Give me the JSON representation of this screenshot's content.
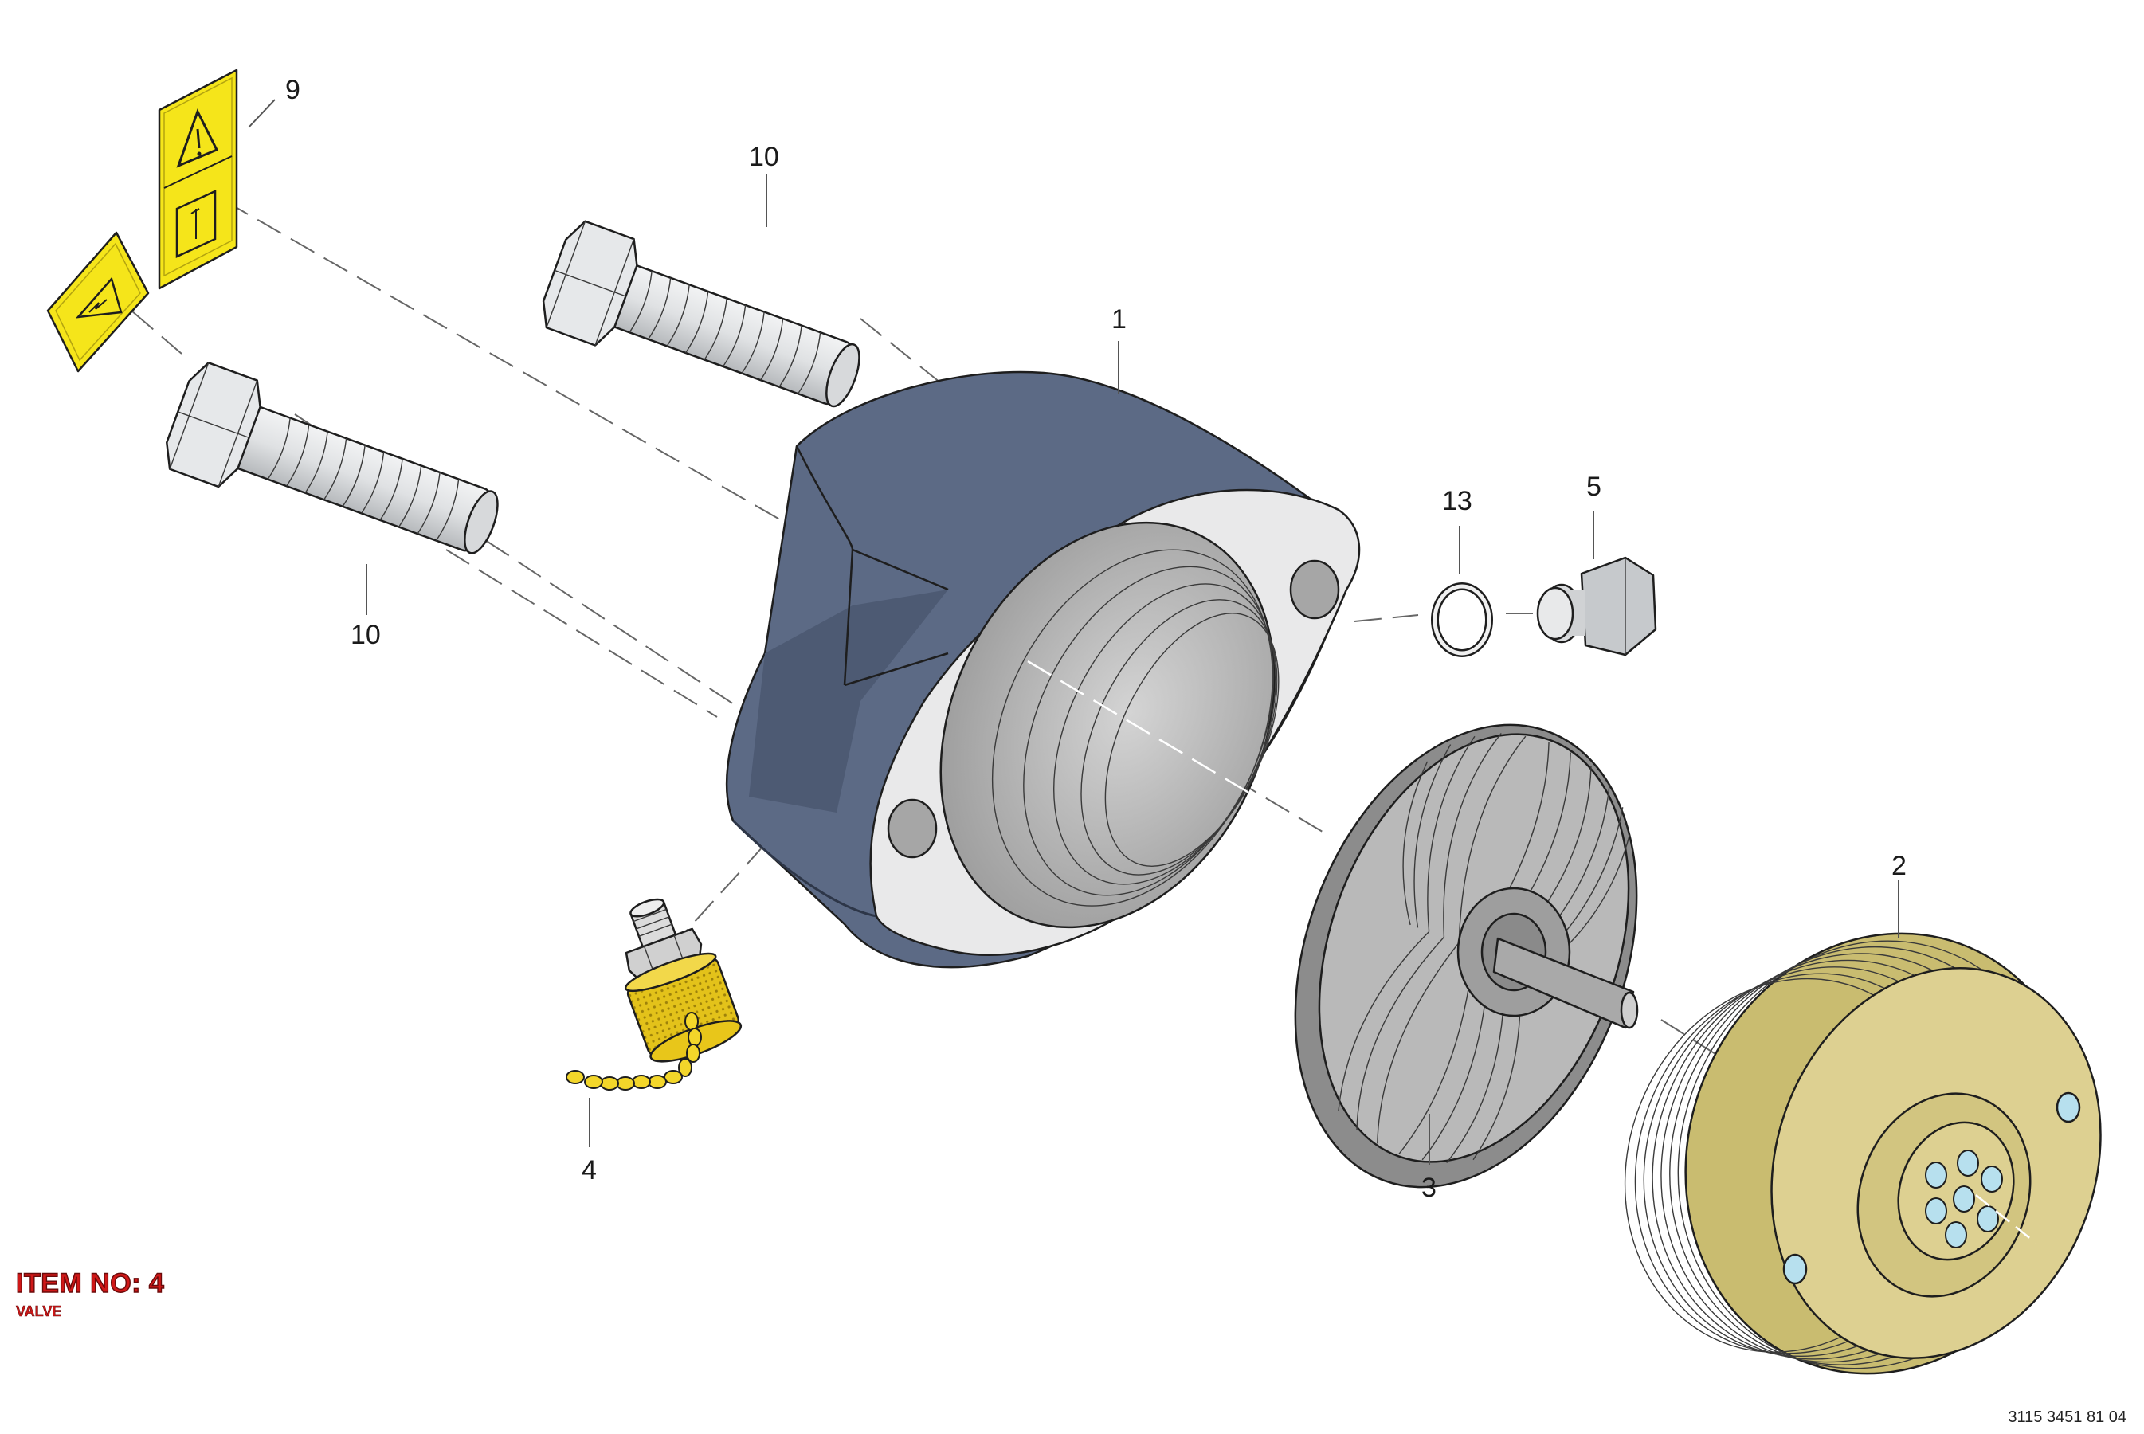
{
  "callouts": {
    "c1": "1",
    "c2": "2",
    "c3": "3",
    "c4": "4",
    "c5": "5",
    "c9": "9",
    "c10_top": "10",
    "c10_bottom": "10",
    "c13": "13"
  },
  "item": {
    "title": "ITEM NO: 4",
    "name": "VALVE"
  },
  "doc_number": "3115 3451 81 04",
  "colors": {
    "housing": "#5c6a85",
    "housing_dark": "#3f4b63",
    "label_yellow": "#f5e51a",
    "valve_gold": "#e6c416",
    "cover_tan": "#d9cd8a",
    "metal_grey": "#b9bcbf",
    "title_red": "#d01818"
  },
  "icons": {
    "warning_label_large": "warning-triangle-and-manual-icon",
    "warning_label_small": "electric-hazard-icon"
  }
}
